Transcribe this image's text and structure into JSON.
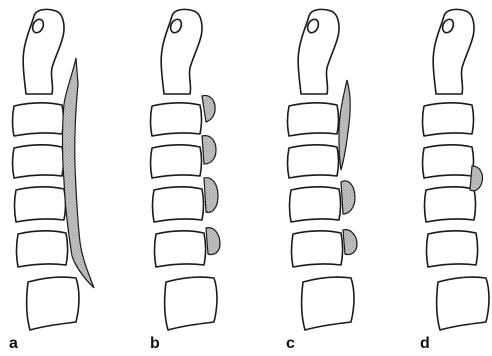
{
  "panels": [
    {
      "id": "a",
      "label": "a",
      "variant": "continuous-ossified-ligament"
    },
    {
      "id": "b",
      "label": "b",
      "variant": "segmental-ossification"
    },
    {
      "id": "c",
      "label": "c",
      "variant": "mixed-ossification"
    },
    {
      "id": "d",
      "label": "d",
      "variant": "circumscribed-ossification"
    }
  ],
  "colors": {
    "outline": "#1a1a1a",
    "ossification_fill": "#b9b9b9",
    "background": "#ffffff"
  }
}
